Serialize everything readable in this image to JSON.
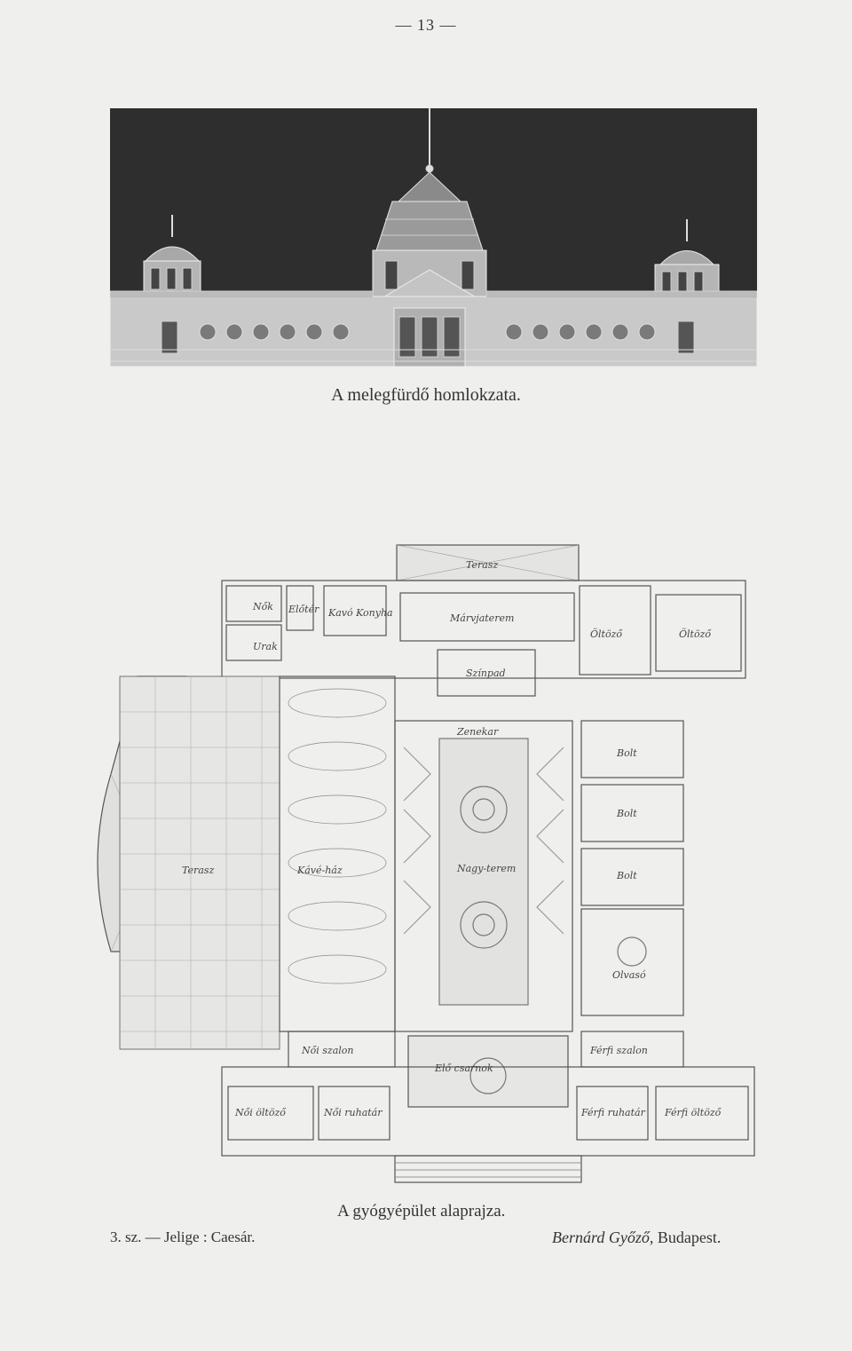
{
  "page": {
    "number": "— 13 —"
  },
  "facade": {
    "caption": "A melegfürdő homlokzata."
  },
  "plan": {
    "caption": "A gyógyépület alaprajza.",
    "rooms": {
      "terrace_top": "Terasz",
      "wc_women": "Nők",
      "wc_man": "Urak",
      "lobby": "Előtér",
      "cashier_clock": "Kavó Konyha",
      "billiard_room": "Márvjaterem",
      "stage": "Színpad",
      "musicians": "Zenekar",
      "dressing_left": "Öltöző",
      "dressing_right": "Öltöző",
      "shop_1": "Bolt",
      "shop_2": "Bolt",
      "shop_3": "Bolt",
      "great_hall": "Nagy-terem",
      "coffee_house": "Kávé-ház",
      "terrace_left": "Terasz",
      "reading_room": "Olvasó",
      "ladies_salon": "Női szalon",
      "gents_salon": "Férfi szalon",
      "entrance_hall": "Elő csarnok",
      "ladies_dressing": "Női öltöző",
      "ladies_cloak": "Női ruhatár",
      "gents_cloak": "Férfi ruhatár",
      "gents_dressing": "Férfi öltöző"
    }
  },
  "footer": {
    "entry": "3. sz. — Jelige : Caesár.",
    "architect_name": "Bernárd Győző,",
    "architect_city": " Budapest."
  }
}
